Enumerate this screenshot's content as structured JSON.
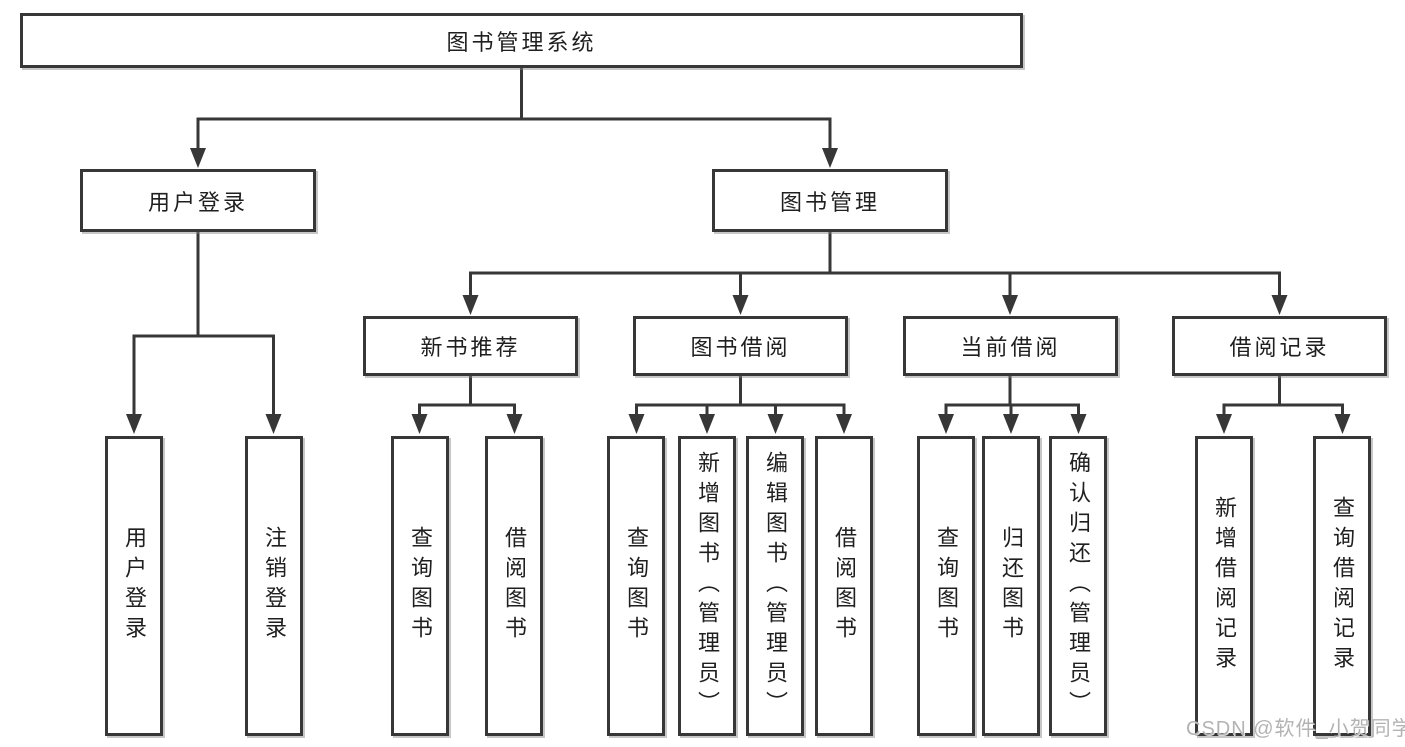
{
  "diagram": {
    "root": {
      "label": "图书管理系统"
    },
    "level2": {
      "user_login": {
        "label": "用户登录"
      },
      "book_management": {
        "label": "图书管理"
      }
    },
    "user_login_children": [
      {
        "label": "用户登录"
      },
      {
        "label": "注销登录"
      }
    ],
    "level3": [
      {
        "label": "新书推荐"
      },
      {
        "label": "图书借阅"
      },
      {
        "label": "当前借阅"
      },
      {
        "label": "借阅记录"
      }
    ],
    "new_book_children": [
      {
        "label": "查询图书"
      },
      {
        "label": "借阅图书"
      }
    ],
    "book_borrow_children": [
      {
        "label": "查询图书"
      },
      {
        "label": "新增图书（管理员）"
      },
      {
        "label": "编辑图书（管理员）"
      },
      {
        "label": "借阅图书"
      }
    ],
    "current_borrow_children": [
      {
        "label": "查询图书"
      },
      {
        "label": "归还图书"
      },
      {
        "label": "确认归还（管理员）"
      }
    ],
    "borrow_record_children": [
      {
        "label": "新增借阅记录"
      },
      {
        "label": "查询借阅记录"
      }
    ]
  },
  "watermark": "CSDN @软件_小贺同学",
  "colors": {
    "line": "#373737",
    "box_border": "#373737",
    "text": "#1f1f1f",
    "watermark": "#b3b3b3",
    "background": "#ffffff"
  }
}
